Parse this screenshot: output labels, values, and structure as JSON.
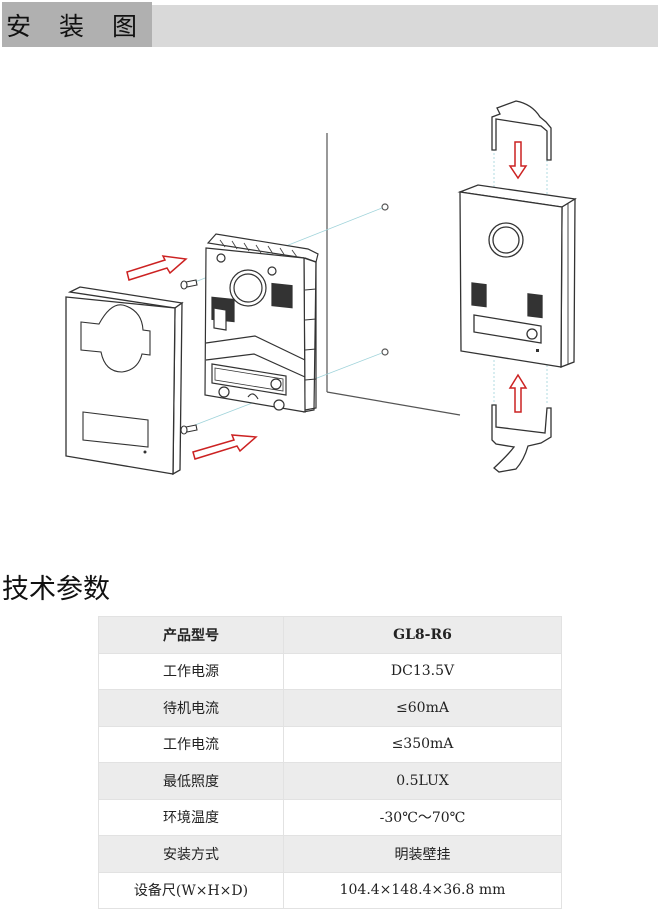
{
  "header": {
    "title": "安装图"
  },
  "diagram": {
    "description": "Exploded installation diagram of wall-mounted video door station",
    "parts": [
      "front-cover",
      "mounting-screws",
      "main-unit",
      "wall",
      "assembled-unit",
      "top-bracket",
      "bottom-bracket"
    ],
    "arrow_color": "#cc2222",
    "guide_line_color": "#8fcfd6"
  },
  "specs": {
    "title": "技术参数",
    "rows": [
      {
        "label": "产品型号",
        "value": "GL8-R6",
        "header": true
      },
      {
        "label": "工作电源",
        "value": "DC13.5V"
      },
      {
        "label": "待机电流",
        "value": "≤60mA"
      },
      {
        "label": "工作电流",
        "value": "≤350mA"
      },
      {
        "label": "最低照度",
        "value": "0.5LUX"
      },
      {
        "label": "环境温度",
        "value": "-30℃～70℃"
      },
      {
        "label": "安装方式",
        "value": "明装壁挂"
      },
      {
        "label": "设备尺(W×H×D)",
        "value": "104.4×148.4×36.8 mm"
      }
    ]
  }
}
